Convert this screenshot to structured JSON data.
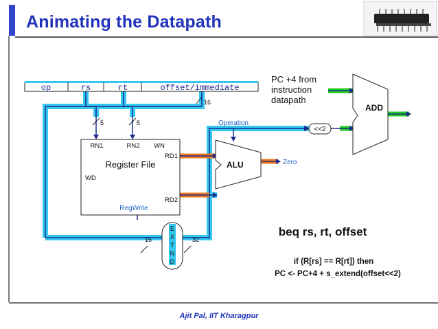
{
  "slide": {
    "title": "Animating the Datapath",
    "footer": "Ajit Pal, IIT Kharagpur"
  },
  "instruction_format": {
    "fields": [
      "op",
      "rs",
      "rt",
      "offset/immediate"
    ]
  },
  "datapath": {
    "pc_label_lines": [
      "PC +4 from",
      "instruction",
      "datapath"
    ],
    "add_label": "ADD",
    "shift_label": "<<2",
    "operation_label": "Operation",
    "alu_label": "ALU",
    "zero_label": "Zero",
    "register_file": {
      "title": "Register File",
      "rn1": "RN1",
      "rn2": "RN2",
      "wn": "WN",
      "rd1": "RD1",
      "rd2": "RD2",
      "wd": "WD",
      "regwrite": "RegWrite"
    },
    "bus_widths": {
      "imm": "16",
      "rn1": "5",
      "rn2": "5",
      "extend_in": "16",
      "extend_out": "32"
    },
    "extend_letters": [
      "E",
      "X",
      "T",
      "N",
      "D"
    ]
  },
  "annotation": {
    "heading": "beq rs, rt, offset",
    "line1": "if (R[rs] == R[rt]) then",
    "line2": "PC <- PC+4 + s_extend(offset<<2)"
  },
  "colors": {
    "title_blue": "#2233bb",
    "cyan_bus": "#33c8f0",
    "blue_wire": "#1a2a8c",
    "orange_bus": "#f07820",
    "green_bus": "#22cc22",
    "label_blue": "#1e64c8",
    "left_bar": "#3344cc"
  },
  "icons": [
    "chip-icon"
  ]
}
